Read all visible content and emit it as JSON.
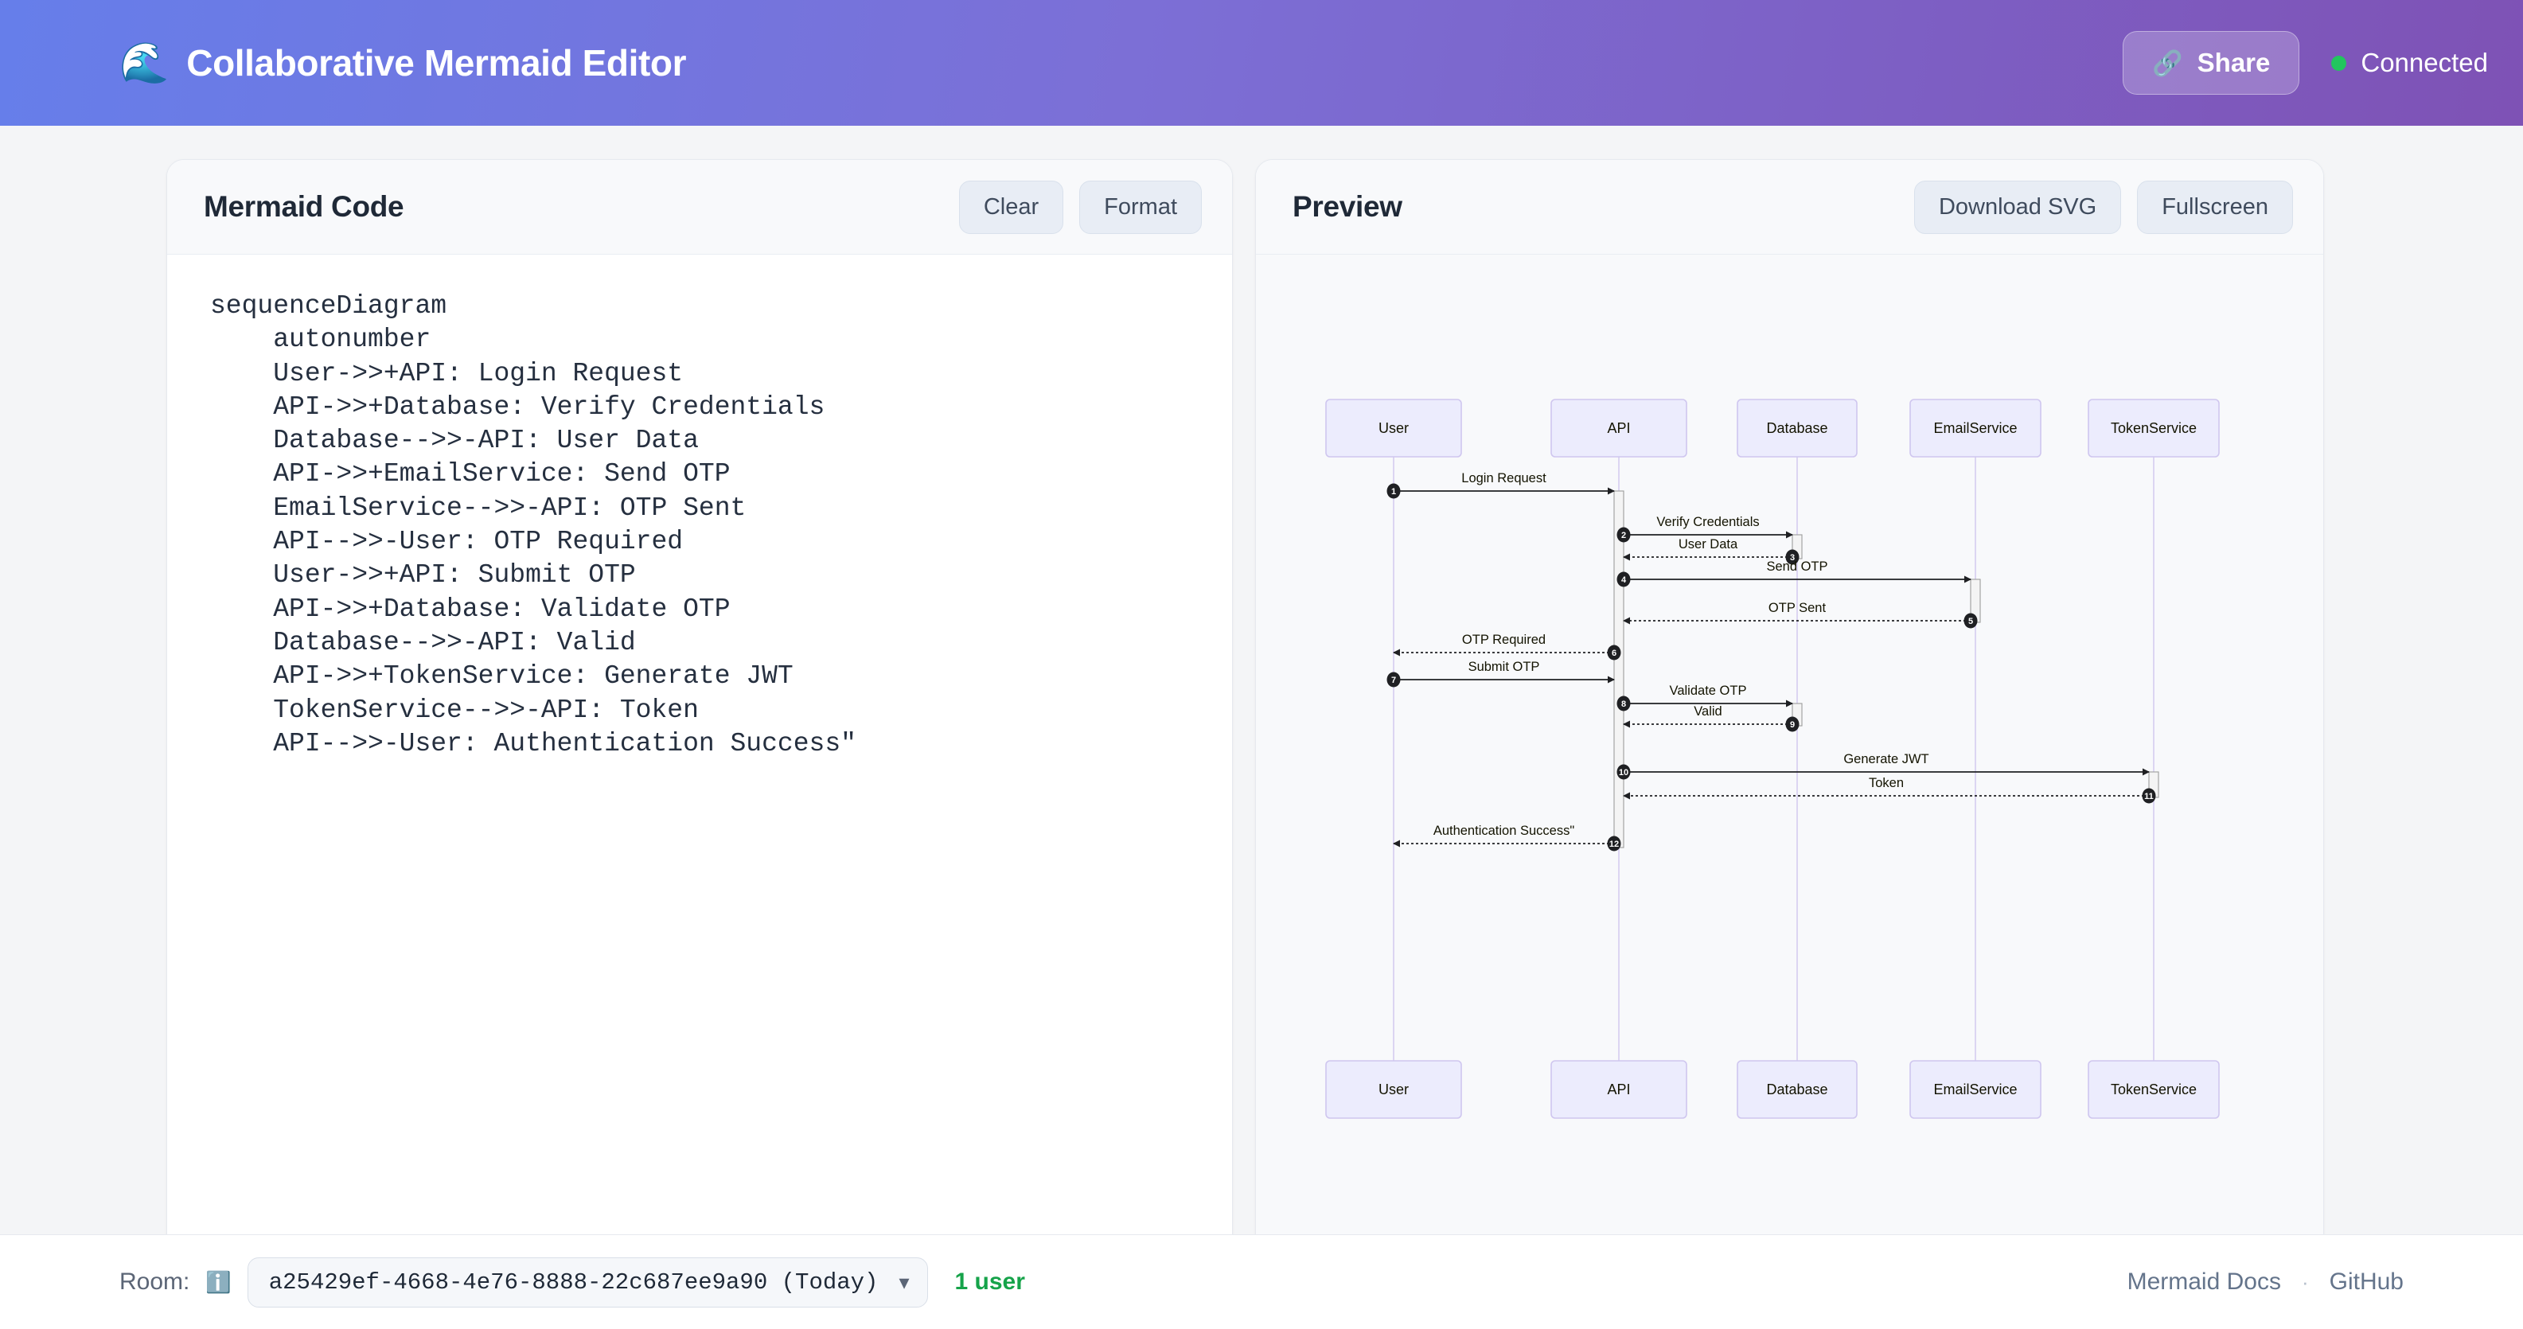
{
  "header": {
    "logo_icon": "wave-emoji",
    "title": "Collaborative Mermaid Editor",
    "share_label": "Share",
    "share_icon": "link-icon",
    "status_text": "Connected",
    "status_color": "#22c55e",
    "gradient_from": "#667eea",
    "gradient_to": "#7e52b5"
  },
  "editor": {
    "title": "Mermaid Code",
    "clear_label": "Clear",
    "format_label": "Format",
    "code": "sequenceDiagram\n    autonumber\n    User->>+API: Login Request\n    API->>+Database: Verify Credentials\n    Database-->>-API: User Data\n    API->>+EmailService: Send OTP\n    EmailService-->>-API: OTP Sent\n    API-->>-User: OTP Required\n    User->>+API: Submit OTP\n    API->>+Database: Validate OTP\n    Database-->>-API: Valid\n    API->>+TokenService: Generate JWT\n    TokenService-->>-API: Token\n    API-->>-User: Authentication Success\""
  },
  "preview": {
    "title": "Preview",
    "download_label": "Download SVG",
    "fullscreen_label": "Fullscreen"
  },
  "chart_data": {
    "type": "sequence-diagram",
    "title": "Authentication Sequence",
    "participants": [
      "User",
      "API",
      "Database",
      "EmailService",
      "TokenService"
    ],
    "participant_fill": "#ececfd",
    "participant_stroke": "#cfc6ef",
    "lifeline_color": "#d6ccf0",
    "messages": [
      {
        "number": 1,
        "from": "User",
        "to": "API",
        "label": "Login Request",
        "style": "solid"
      },
      {
        "number": 2,
        "from": "API",
        "to": "Database",
        "label": "Verify Credentials",
        "style": "solid"
      },
      {
        "number": 3,
        "from": "Database",
        "to": "API",
        "label": "User Data",
        "style": "dotted"
      },
      {
        "number": 4,
        "from": "API",
        "to": "EmailService",
        "label": "Send OTP",
        "style": "solid"
      },
      {
        "number": 5,
        "from": "EmailService",
        "to": "API",
        "label": "OTP Sent",
        "style": "dotted"
      },
      {
        "number": 6,
        "from": "API",
        "to": "User",
        "label": "OTP Required",
        "style": "dotted"
      },
      {
        "number": 7,
        "from": "User",
        "to": "API",
        "label": "Submit OTP",
        "style": "solid"
      },
      {
        "number": 8,
        "from": "API",
        "to": "Database",
        "label": "Validate OTP",
        "style": "solid"
      },
      {
        "number": 9,
        "from": "Database",
        "to": "API",
        "label": "Valid",
        "style": "dotted"
      },
      {
        "number": 10,
        "from": "API",
        "to": "TokenService",
        "label": "Generate JWT",
        "style": "solid"
      },
      {
        "number": 11,
        "from": "TokenService",
        "to": "API",
        "label": "Token",
        "style": "dotted"
      },
      {
        "number": 12,
        "from": "API",
        "to": "User",
        "label": "Authentication Success\"",
        "style": "dotted"
      }
    ]
  },
  "footer": {
    "room_label": "Room:",
    "room_info_icon": "info-icon",
    "room_value": "a25429ef-4668-4e76-8888-22c687ee9a90 (Today)",
    "user_count": "1 user",
    "user_count_color": "#16a34a",
    "docs_link": "Mermaid Docs",
    "separator": "·",
    "github_link": "GitHub"
  }
}
